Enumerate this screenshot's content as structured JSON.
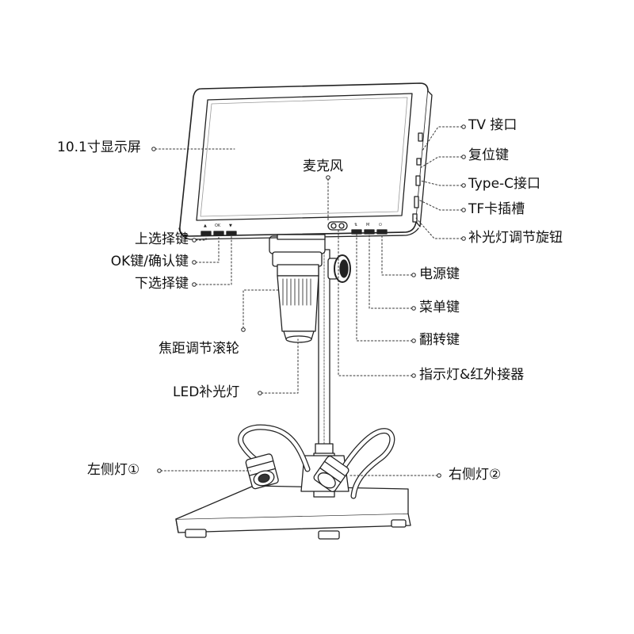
{
  "labels": {
    "screen": "10.1寸显示屏",
    "microphone": "麦克风",
    "tv_port": "TV 接口",
    "reset_key": "复位键",
    "typec_port": "Type-C接口",
    "tf_slot": "TF卡插槽",
    "fill_light_knob": "补光灯调节旋钮",
    "up_key": "上选择键",
    "ok_key": "OK键/确认键",
    "down_key": "下选择键",
    "power_key": "电源键",
    "menu_key": "菜单键",
    "flip_key": "翻转键",
    "focus_wheel": "焦距调节滚轮",
    "led_light": "LED补光灯",
    "indicator_ir": "指示灯&红外接器",
    "left_light": "左侧灯①",
    "right_light": "右侧灯②"
  },
  "device_marks": {
    "up_symbol": "▲",
    "ok_symbol": "OK",
    "down_symbol": "▼",
    "menu_symbol": "M",
    "power_symbol": "⏻",
    "flip_symbol": "⇅"
  }
}
